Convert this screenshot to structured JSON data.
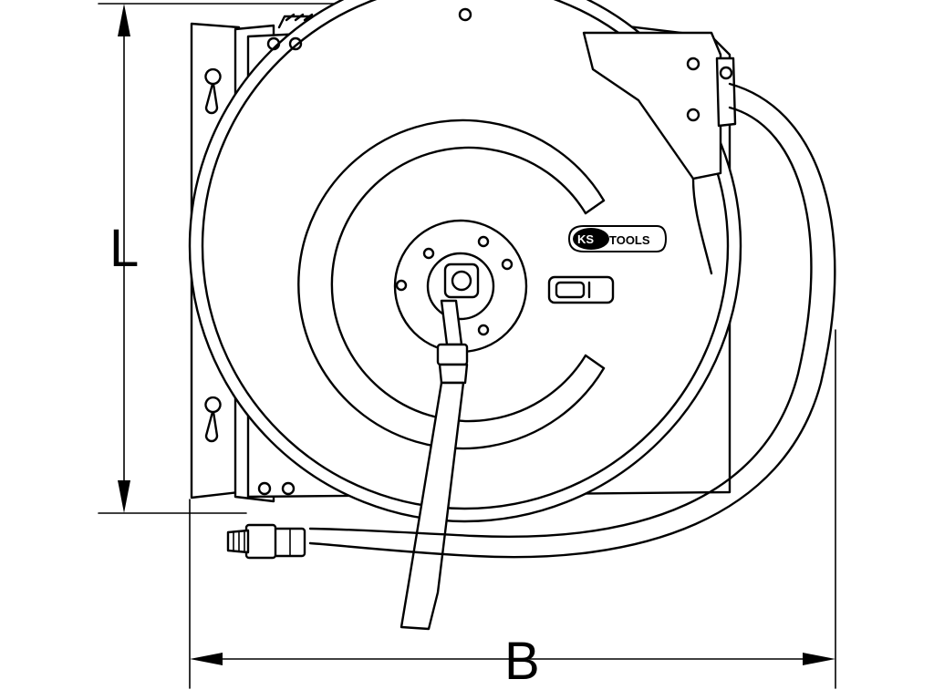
{
  "dimensions": {
    "height_label": "L",
    "width_label": "B"
  },
  "logo": {
    "brand_prefix": "KS",
    "brand_suffix": "TOOLS"
  },
  "colors": {
    "line": "#000000",
    "background": "#ffffff"
  }
}
